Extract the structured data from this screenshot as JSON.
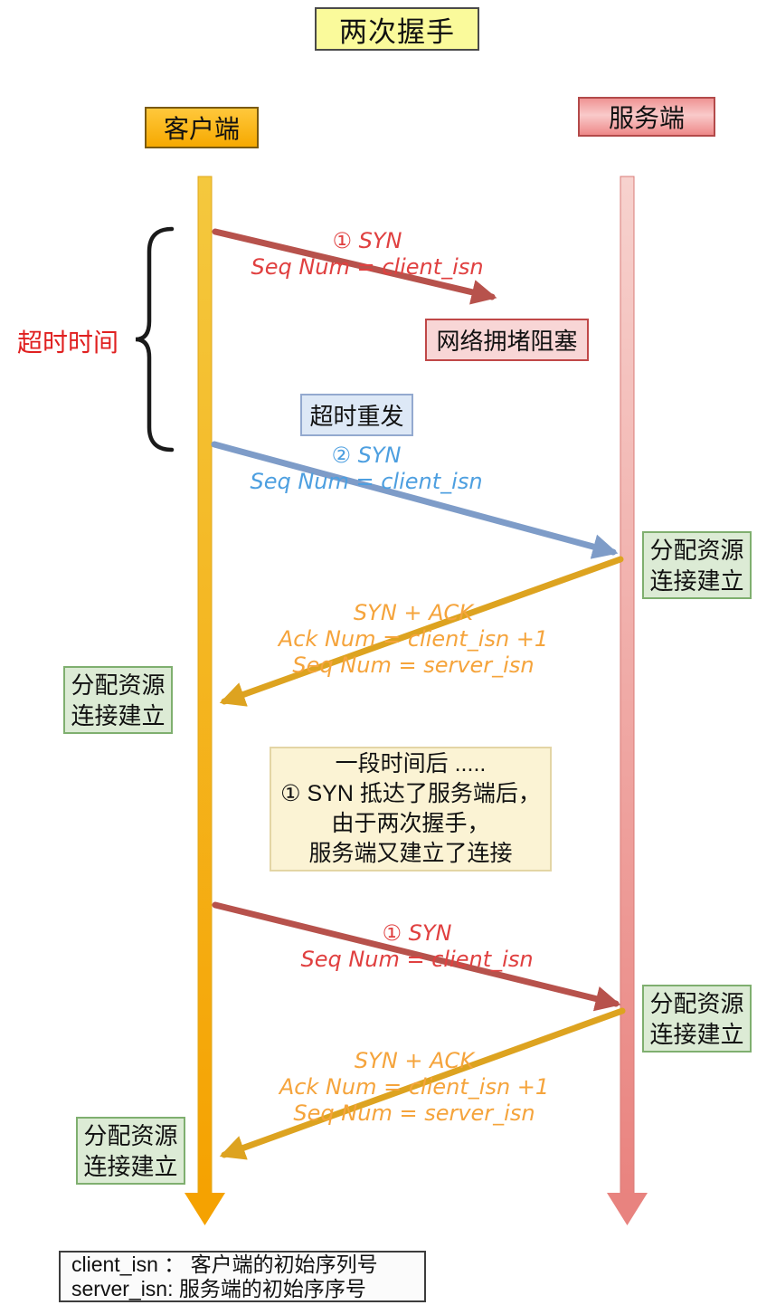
{
  "title": "两次握手",
  "actors": {
    "client": "客户端",
    "server": "服务端"
  },
  "timeout": {
    "label": "超时时间"
  },
  "boxes": {
    "congestion": "网络拥堵阻塞",
    "retransmit": "超时重发",
    "alloc": {
      "line1": "分配资源",
      "line2": "连接建立"
    }
  },
  "messages": {
    "syn1": {
      "title": "① SYN",
      "detail": "Seq Num = client_isn"
    },
    "syn2": {
      "title": "② SYN",
      "detail": "Seq Num = client_isn"
    },
    "synack": {
      "title": "SYN + ACK",
      "detail1": "Ack Num =  client_isn +1",
      "detail2": "Seq Num = server_isn"
    }
  },
  "note": {
    "line1": "一段时间后 .....",
    "line2": "① SYN 抵达了服务端后，",
    "line3": "由于两次握手，",
    "line4": "服务端又建立了连接"
  },
  "legend": {
    "line1": "client_isn ：  客户端的初始序列号",
    "line2": "server_isn:  服务端的初始序序号"
  },
  "colors": {
    "client_lifeline": "#F5A201",
    "server_lifeline": "#E8837F",
    "syn_arrow": "#B7524C",
    "retry_arrow": "#7E9CC8",
    "synack_arrow": "#DDA320",
    "syn_text": "#E04040",
    "retry_text": "#4D9FE0",
    "synack_text": "#F5A43C",
    "timeout_text": "#E02020"
  }
}
